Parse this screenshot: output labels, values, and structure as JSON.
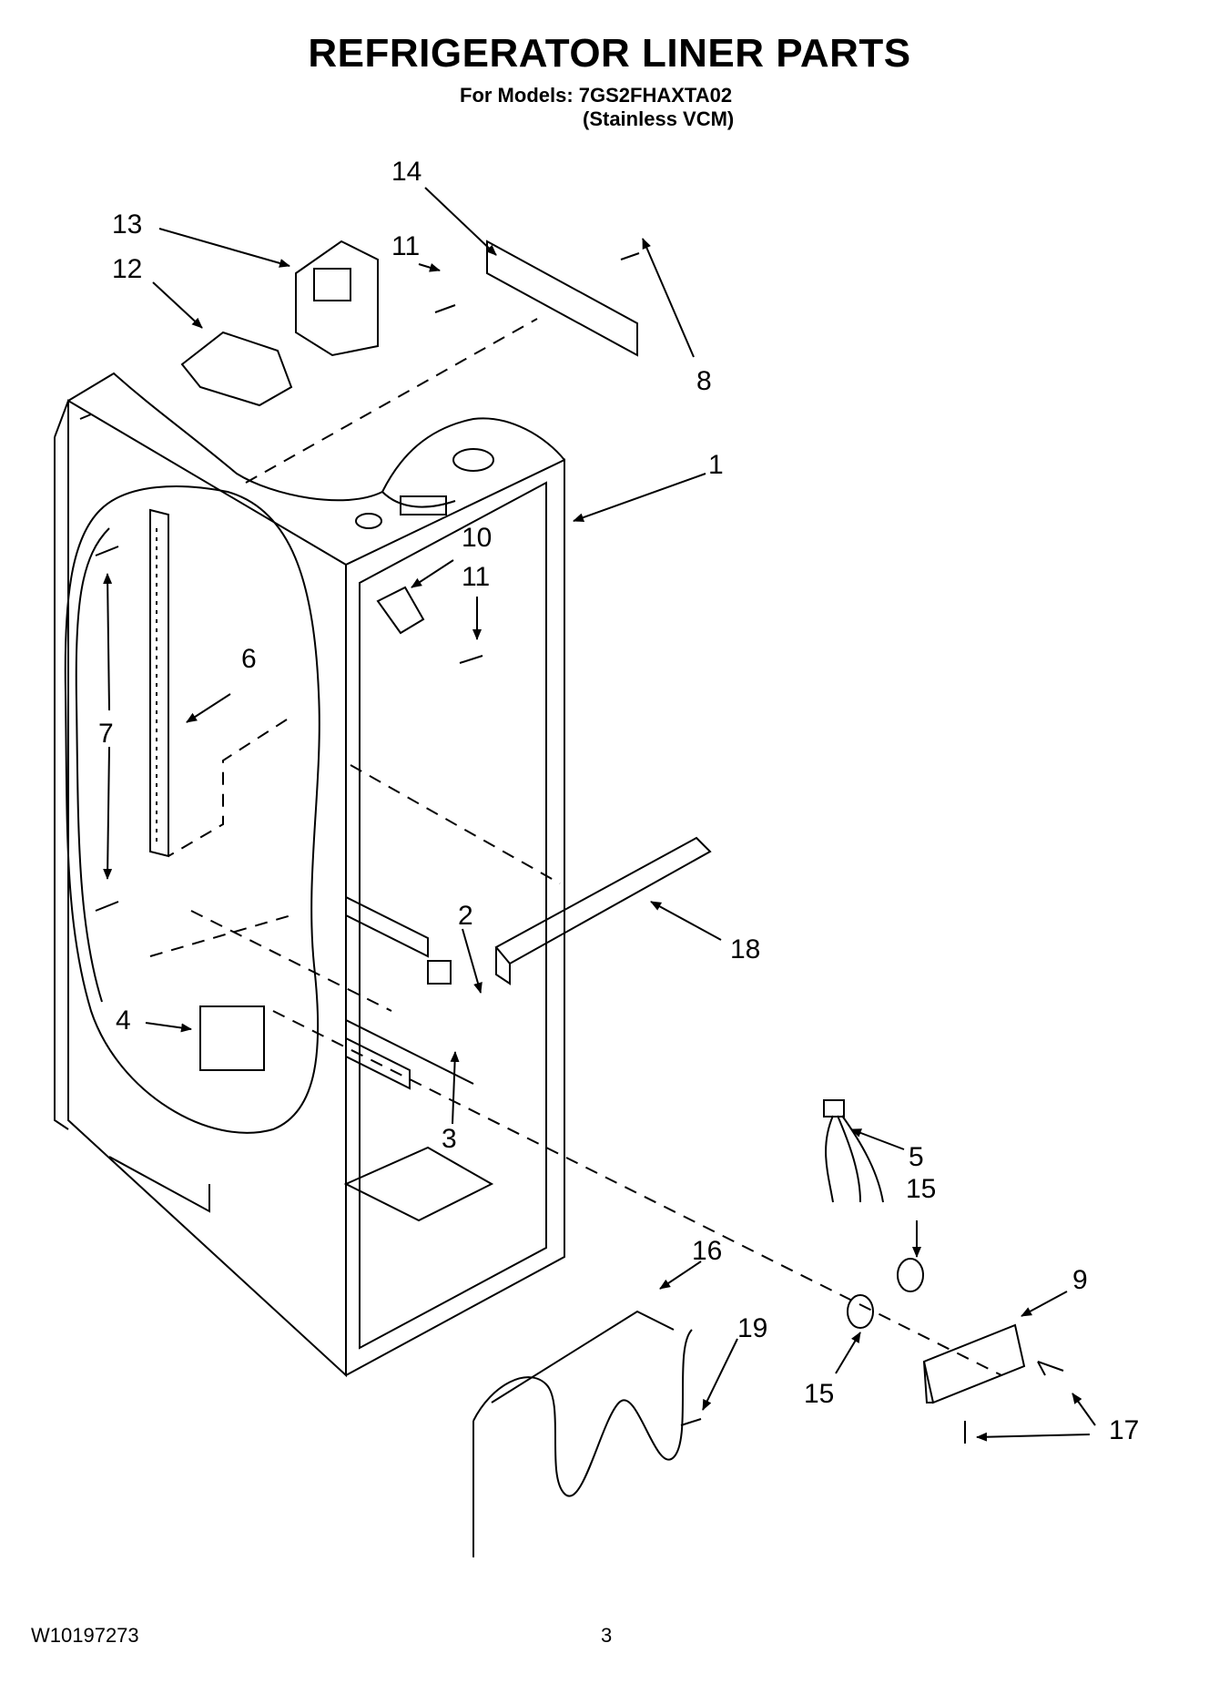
{
  "header": {
    "title": "REFRIGERATOR LINER PARTS",
    "models_label": "For Models: 7GS2FHAXTA02",
    "variant": "(Stainless VCM)"
  },
  "callouts": [
    "1",
    "2",
    "3",
    "4",
    "5",
    "6",
    "7",
    "8",
    "9",
    "10",
    "11",
    "11",
    "12",
    "13",
    "14",
    "15",
    "15",
    "16",
    "17",
    "18",
    "19"
  ],
  "footer": {
    "doc_number": "W10197273",
    "page": "3"
  }
}
